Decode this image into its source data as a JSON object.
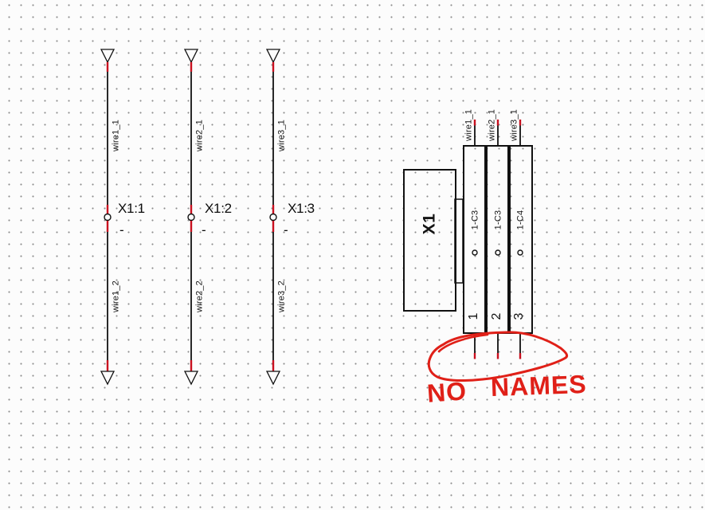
{
  "colors": {
    "line": "#111111",
    "terminal_red": "#c9101f",
    "annotation_red": "#e02018",
    "background": "#fcfcfc",
    "grid_dot": "#8c8c8c"
  },
  "wires": [
    {
      "upper_label": "wire1_1",
      "terminal_label": "X1:1",
      "mid_dash": "-",
      "lower_label": "wire1_2"
    },
    {
      "upper_label": "wire2_1",
      "terminal_label": "X1:2",
      "mid_dash": "-",
      "lower_label": "wire2_2"
    },
    {
      "upper_label": "wire3_1",
      "terminal_label": "X1:3",
      "mid_dash": "-",
      "lower_label": "wire3_2"
    }
  ],
  "terminal_block": {
    "label": "X1",
    "columns": [
      {
        "wire_label": "wire1_1",
        "cable_label": "1-C3",
        "terminal_number": "1"
      },
      {
        "wire_label": "wire2_1",
        "cable_label": "1-C3",
        "terminal_number": "2"
      },
      {
        "wire_label": "wire3_1",
        "cable_label": "1-C4",
        "terminal_number": "3"
      }
    ]
  },
  "annotation": {
    "word1": "NO",
    "word2": "NAMES"
  }
}
